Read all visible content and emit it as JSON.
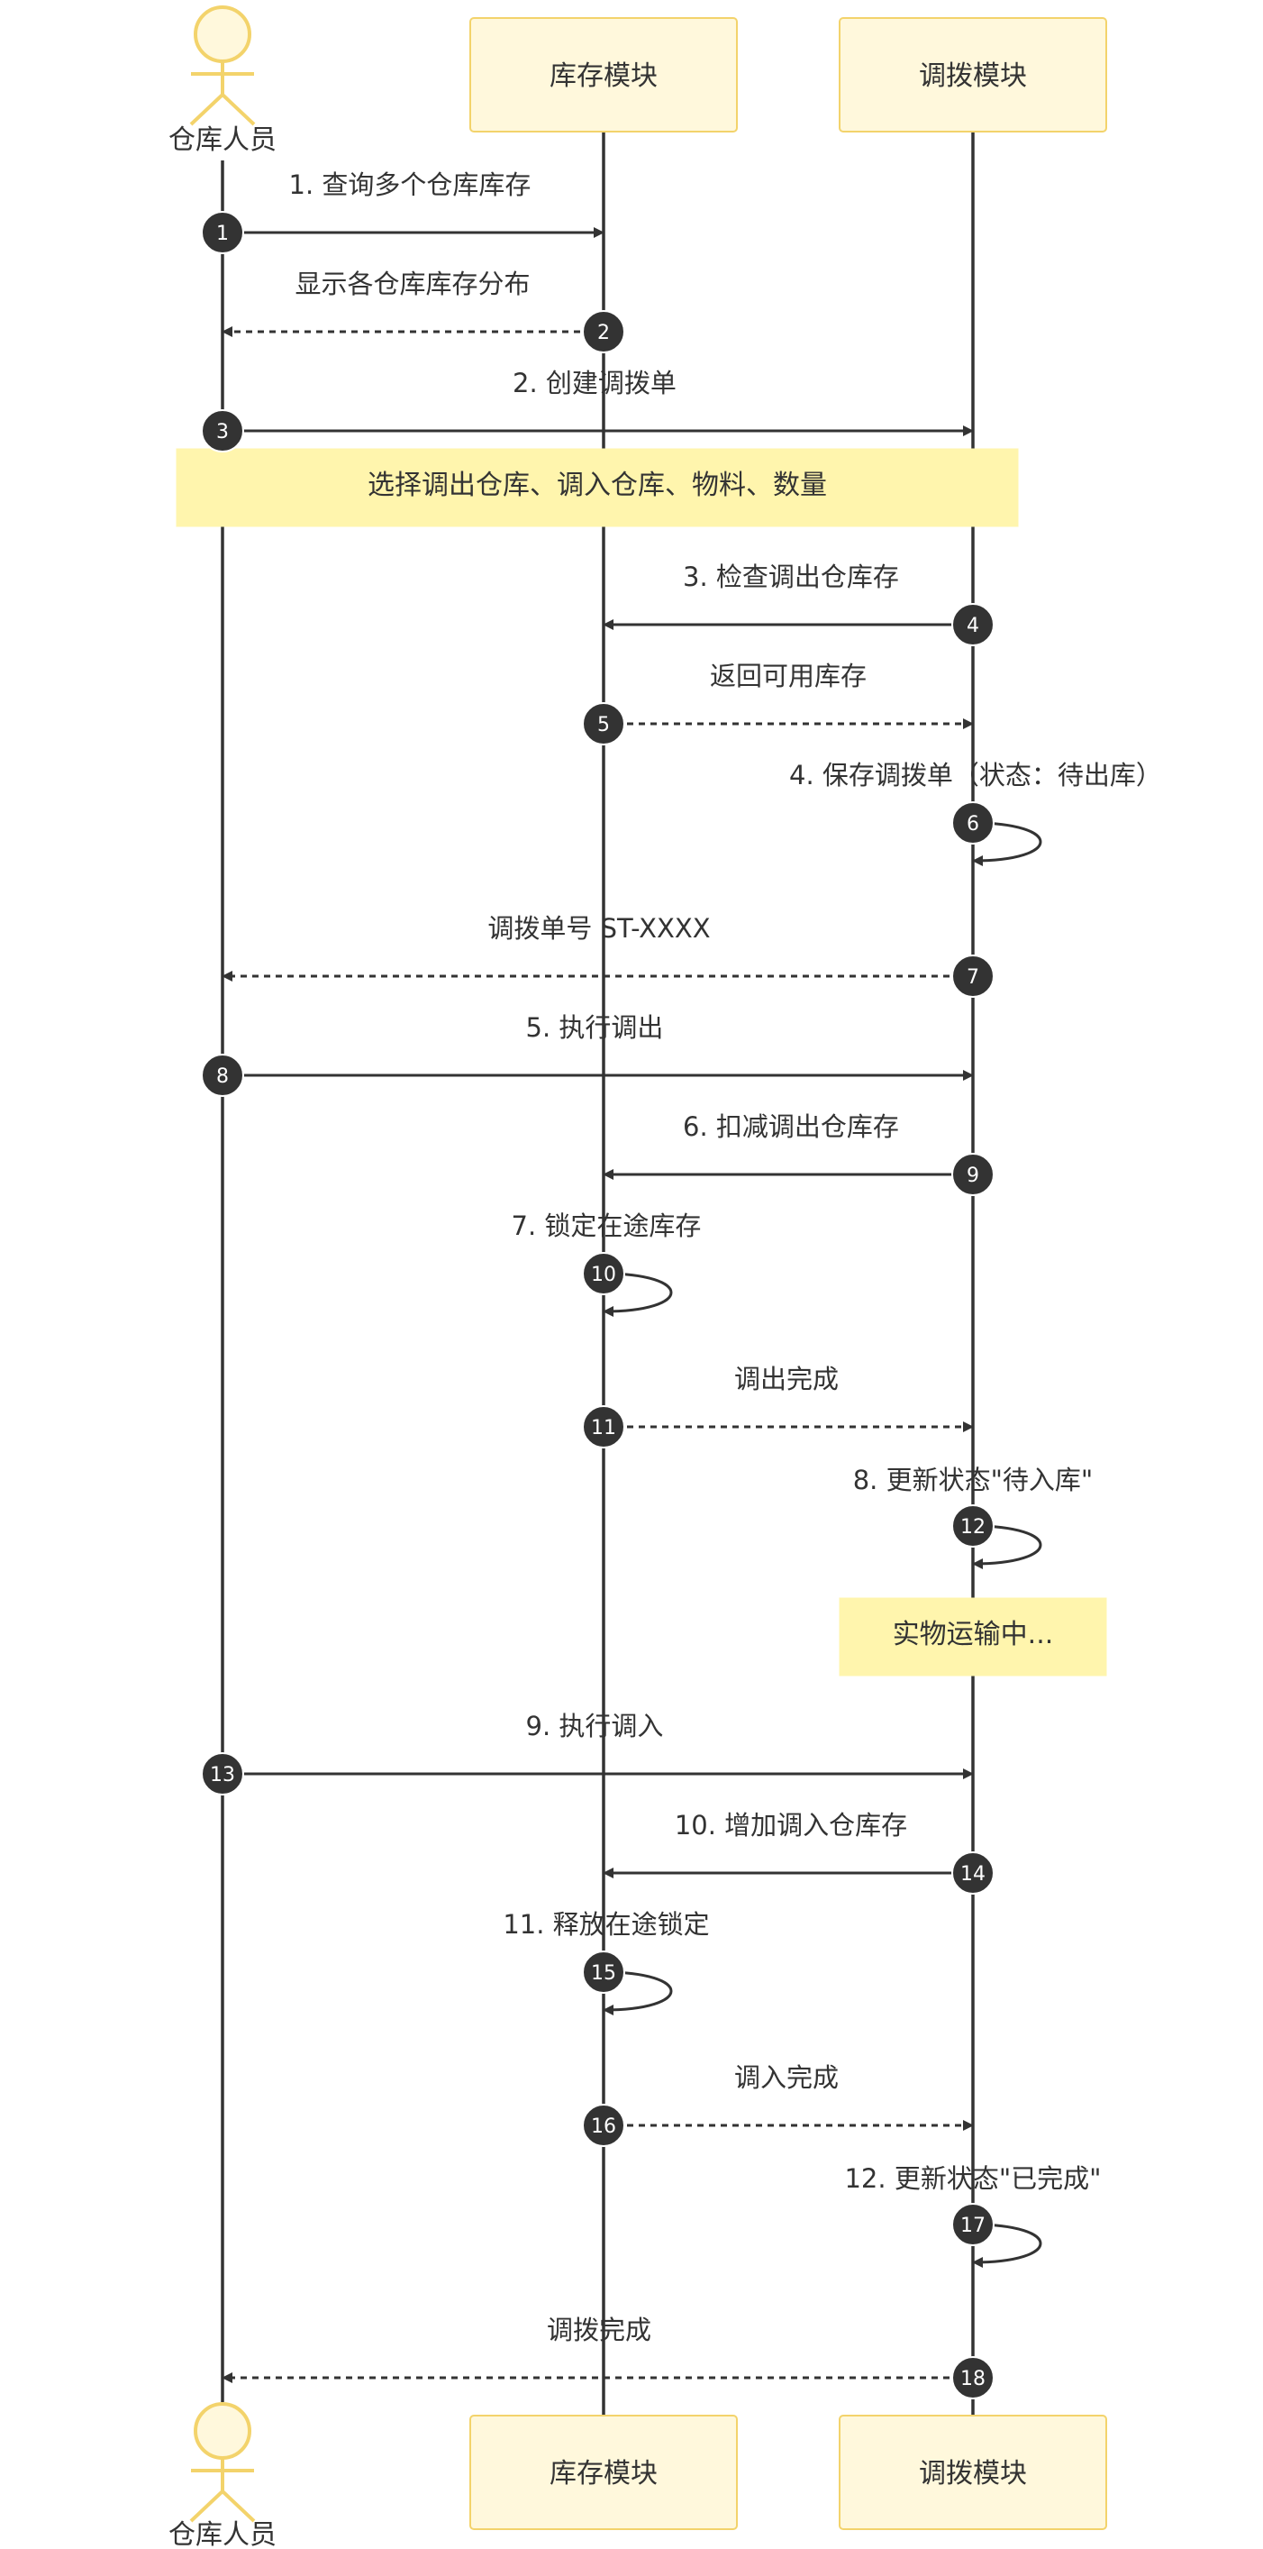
{
  "participants": [
    {
      "id": "user",
      "label": "仓库人员",
      "kind": "actor"
    },
    {
      "id": "inventory",
      "label": "库存模块",
      "kind": "box"
    },
    {
      "id": "transfer",
      "label": "调拨模块",
      "kind": "box"
    }
  ],
  "messages": [
    {
      "seq": "1",
      "label": "1. 查询多个仓库库存",
      "from": "user",
      "to": "inventory",
      "style": "solid"
    },
    {
      "seq": "2",
      "label": "显示各仓库库存分布",
      "from": "inventory",
      "to": "user",
      "style": "dashed"
    },
    {
      "seq": "3",
      "label": "2. 创建调拨单",
      "from": "user",
      "to": "transfer",
      "style": "solid"
    },
    {
      "seq": "4",
      "label": "3. 检查调出仓库存",
      "from": "transfer",
      "to": "inventory",
      "style": "solid"
    },
    {
      "seq": "5",
      "label": "返回可用库存",
      "from": "inventory",
      "to": "transfer",
      "style": "dashed"
    },
    {
      "seq": "6",
      "label": "4. 保存调拨单（状态：待出库）",
      "from": "transfer",
      "to": "transfer",
      "style": "self"
    },
    {
      "seq": "7",
      "label": "调拨单号 ST-XXXX",
      "from": "transfer",
      "to": "user",
      "style": "dashed"
    },
    {
      "seq": "8",
      "label": "5. 执行调出",
      "from": "user",
      "to": "transfer",
      "style": "solid"
    },
    {
      "seq": "9",
      "label": "6. 扣减调出仓库存",
      "from": "transfer",
      "to": "inventory",
      "style": "solid"
    },
    {
      "seq": "10",
      "label": "7. 锁定在途库存",
      "from": "inventory",
      "to": "inventory",
      "style": "self"
    },
    {
      "seq": "11",
      "label": "调出完成",
      "from": "inventory",
      "to": "transfer",
      "style": "dashed"
    },
    {
      "seq": "12",
      "label": "8. 更新状态\"待入库\"",
      "from": "transfer",
      "to": "transfer",
      "style": "self"
    },
    {
      "seq": "13",
      "label": "9. 执行调入",
      "from": "user",
      "to": "transfer",
      "style": "solid"
    },
    {
      "seq": "14",
      "label": "10. 增加调入仓库存",
      "from": "transfer",
      "to": "inventory",
      "style": "solid"
    },
    {
      "seq": "15",
      "label": "11. 释放在途锁定",
      "from": "inventory",
      "to": "inventory",
      "style": "self"
    },
    {
      "seq": "16",
      "label": "调入完成",
      "from": "inventory",
      "to": "transfer",
      "style": "dashed"
    },
    {
      "seq": "17",
      "label": "12. 更新状态\"已完成\"",
      "from": "transfer",
      "to": "transfer",
      "style": "self"
    },
    {
      "seq": "18",
      "label": "调拨完成",
      "from": "transfer",
      "to": "user",
      "style": "dashed"
    }
  ],
  "notes": [
    {
      "text": "选择调出仓库、调入仓库、物料、数量",
      "span": "user-transfer"
    },
    {
      "text": "实物运输中...",
      "span": "transfer"
    }
  ],
  "colors": {
    "participant_fill": "#fff8dc",
    "participant_border": "#f3d36b",
    "note_fill": "#fff5ad",
    "line": "#333333",
    "circle": "#333333",
    "text": "#333333"
  }
}
